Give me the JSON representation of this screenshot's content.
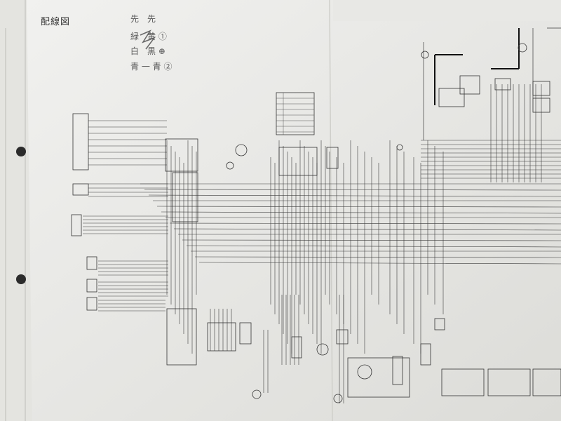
{
  "diagram": {
    "title": "配線図",
    "handwritten_notes": [
      "先　先",
      "緑　黄 ①",
      "白　黒 ⊕",
      "青 一 青 ②"
    ]
  },
  "colors": {
    "paper": "#ececea",
    "paper_shadow": "#d6d6d2",
    "wire": "#3c3c3c",
    "wire_heavy": "#111111",
    "pencil": "#6a6a6a",
    "background": "#3a3f36"
  }
}
